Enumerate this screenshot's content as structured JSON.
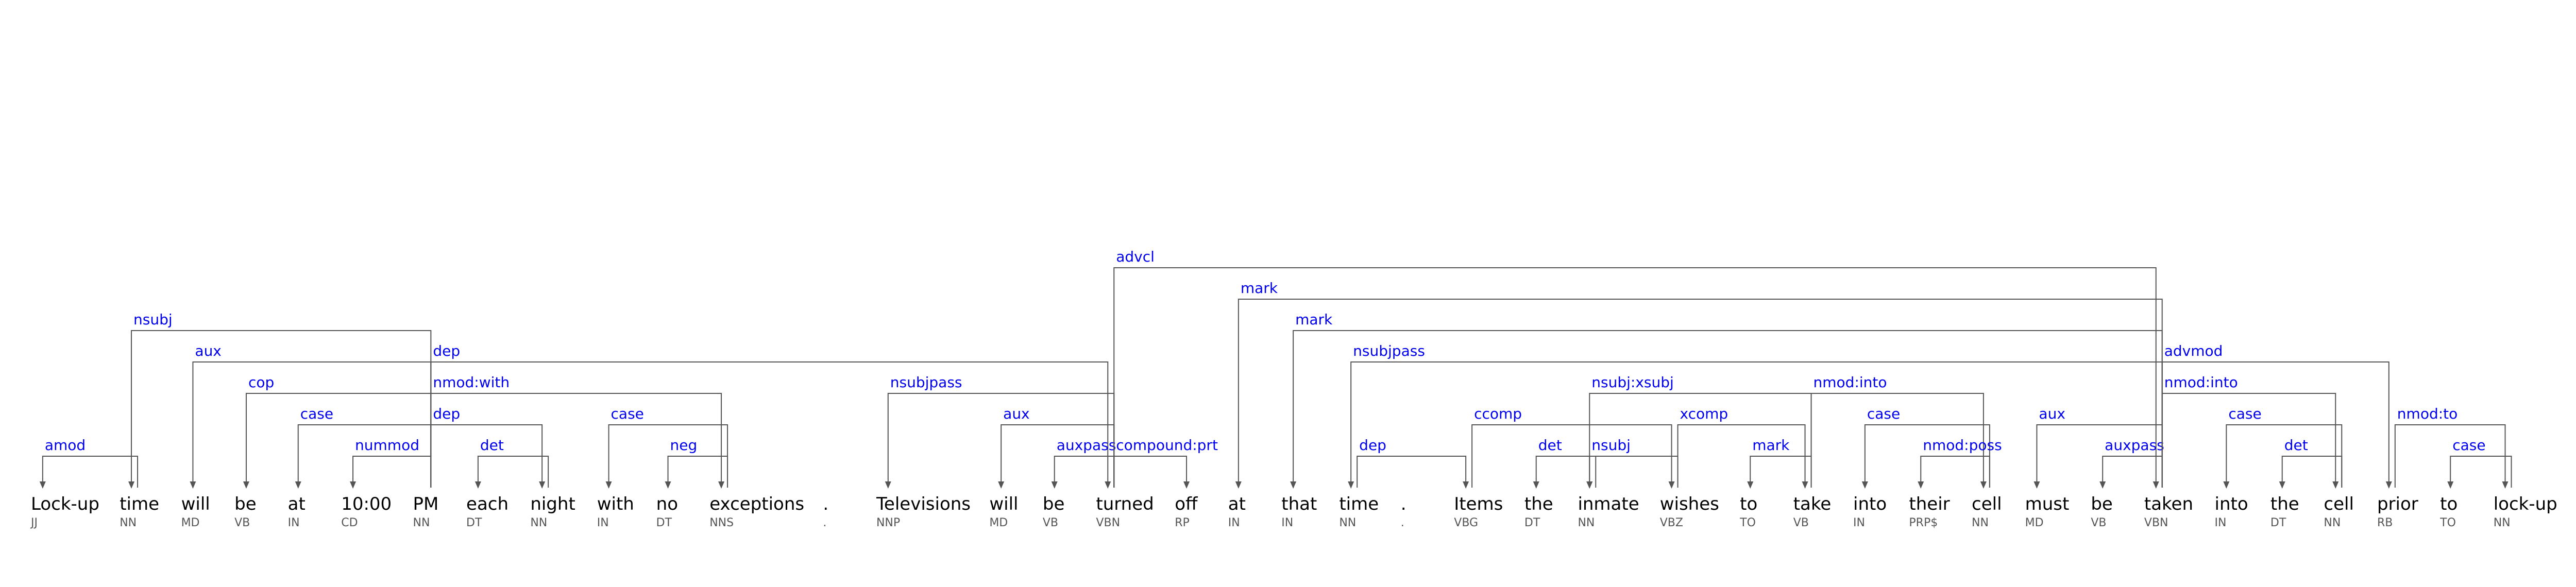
{
  "tokens": [
    {
      "word": "Lock-up",
      "tag": "JJ"
    },
    {
      "word": "time",
      "tag": "NN"
    },
    {
      "word": "will",
      "tag": "MD"
    },
    {
      "word": "be",
      "tag": "VB"
    },
    {
      "word": "at",
      "tag": "IN"
    },
    {
      "word": "10:00",
      "tag": "CD"
    },
    {
      "word": "PM",
      "tag": "NN"
    },
    {
      "word": "each",
      "tag": "DT"
    },
    {
      "word": "night",
      "tag": "NN"
    },
    {
      "word": "with",
      "tag": "IN"
    },
    {
      "word": "no",
      "tag": "DT"
    },
    {
      "word": "exceptions",
      "tag": "NNS"
    },
    {
      "word": ".",
      "tag": "."
    },
    {
      "word": "Televisions",
      "tag": "NNP"
    },
    {
      "word": "will",
      "tag": "MD"
    },
    {
      "word": "be",
      "tag": "VB"
    },
    {
      "word": "turned",
      "tag": "VBN"
    },
    {
      "word": "off",
      "tag": "RP"
    },
    {
      "word": "at",
      "tag": "IN"
    },
    {
      "word": "that",
      "tag": "IN"
    },
    {
      "word": "time",
      "tag": "NN"
    },
    {
      "word": ".",
      "tag": "."
    },
    {
      "word": "Items",
      "tag": "VBG"
    },
    {
      "word": "the",
      "tag": "DT"
    },
    {
      "word": "inmate",
      "tag": "NN"
    },
    {
      "word": "wishes",
      "tag": "VBZ"
    },
    {
      "word": "to",
      "tag": "TO"
    },
    {
      "word": "take",
      "tag": "VB"
    },
    {
      "word": "into",
      "tag": "IN"
    },
    {
      "word": "their",
      "tag": "PRP$"
    },
    {
      "word": "cell",
      "tag": "NN"
    },
    {
      "word": "must",
      "tag": "MD"
    },
    {
      "word": "be",
      "tag": "VB"
    },
    {
      "word": "taken",
      "tag": "VBN"
    },
    {
      "word": "into",
      "tag": "IN"
    },
    {
      "word": "the",
      "tag": "DT"
    },
    {
      "word": "cell",
      "tag": "NN"
    },
    {
      "word": "prior",
      "tag": "RB"
    },
    {
      "word": "to",
      "tag": "TO"
    },
    {
      "word": "lock-up",
      "tag": "NN"
    },
    {
      "word": ".",
      "tag": "."
    }
  ],
  "arcs": [
    {
      "head": 1,
      "dep": 0,
      "label": "amod"
    },
    {
      "head": 6,
      "dep": 1,
      "label": "nsubj"
    },
    {
      "head": 6,
      "dep": 2,
      "label": "aux"
    },
    {
      "head": 6,
      "dep": 3,
      "label": "cop"
    },
    {
      "head": 6,
      "dep": 4,
      "label": "case"
    },
    {
      "head": 6,
      "dep": 5,
      "label": "nummod"
    },
    {
      "head": 6,
      "dep": 16,
      "label": "dep"
    },
    {
      "head": 8,
      "dep": 7,
      "label": "det"
    },
    {
      "head": 6,
      "dep": 8,
      "label": "dep"
    },
    {
      "head": 6,
      "dep": 11,
      "label": "nmod:with"
    },
    {
      "head": 11,
      "dep": 9,
      "label": "case"
    },
    {
      "head": 11,
      "dep": 10,
      "label": "neg"
    },
    {
      "head": 16,
      "dep": 13,
      "label": "nsubjpass"
    },
    {
      "head": 16,
      "dep": 14,
      "label": "aux"
    },
    {
      "head": 16,
      "dep": 15,
      "label": "auxpass"
    },
    {
      "head": 16,
      "dep": 17,
      "label": "compound:prt"
    },
    {
      "head": 16,
      "dep": 33,
      "label": "advcl"
    },
    {
      "head": 33,
      "dep": 18,
      "label": "mark"
    },
    {
      "head": 33,
      "dep": 19,
      "label": "mark"
    },
    {
      "head": 33,
      "dep": 20,
      "label": "nsubjpass"
    },
    {
      "head": 20,
      "dep": 22,
      "label": "dep"
    },
    {
      "head": 22,
      "dep": 25,
      "label": "ccomp"
    },
    {
      "head": 24,
      "dep": 23,
      "label": "det"
    },
    {
      "head": 25,
      "dep": 24,
      "label": "nsubj"
    },
    {
      "head": 27,
      "dep": 24,
      "label": "nsubj:xsubj"
    },
    {
      "head": 25,
      "dep": 27,
      "label": "xcomp"
    },
    {
      "head": 27,
      "dep": 26,
      "label": "mark"
    },
    {
      "head": 27,
      "dep": 30,
      "label": "nmod:into"
    },
    {
      "head": 30,
      "dep": 28,
      "label": "case"
    },
    {
      "head": 30,
      "dep": 29,
      "label": "nmod:poss"
    },
    {
      "head": 33,
      "dep": 31,
      "label": "aux"
    },
    {
      "head": 33,
      "dep": 32,
      "label": "auxpass"
    },
    {
      "head": 33,
      "dep": 36,
      "label": "nmod:into"
    },
    {
      "head": 36,
      "dep": 34,
      "label": "case"
    },
    {
      "head": 36,
      "dep": 35,
      "label": "det"
    },
    {
      "head": 33,
      "dep": 37,
      "label": "advmod"
    },
    {
      "head": 37,
      "dep": 39,
      "label": "nmod:to"
    },
    {
      "head": 39,
      "dep": 38,
      "label": "case"
    }
  ]
}
